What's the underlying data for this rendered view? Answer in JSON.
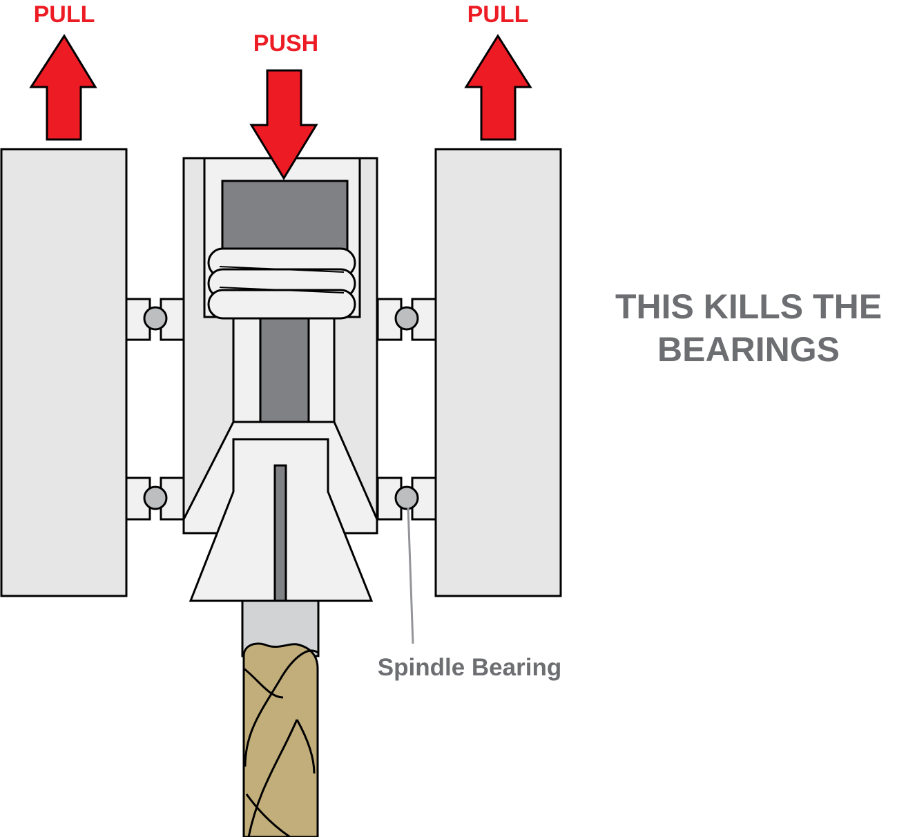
{
  "labels": {
    "pull_left": "PULL",
    "push": "PUSH",
    "pull_right": "PULL",
    "headline_line1": "THIS KILLS THE",
    "headline_line2": "BEARINGS",
    "spindle_bearing": "Spindle Bearing"
  },
  "colors": {
    "arrow_red": "#ed1c24",
    "outline": "#000000",
    "light_gray": "#e6e6e7",
    "pale_gray": "#f1f1f2",
    "dark_gray": "#808184",
    "ball_gray": "#bcbec0",
    "shank_gray": "#d1d3d4",
    "text_gray": "#6d6e71",
    "leader_gray": "#939598",
    "tool_tan": "#c2ae7b"
  }
}
